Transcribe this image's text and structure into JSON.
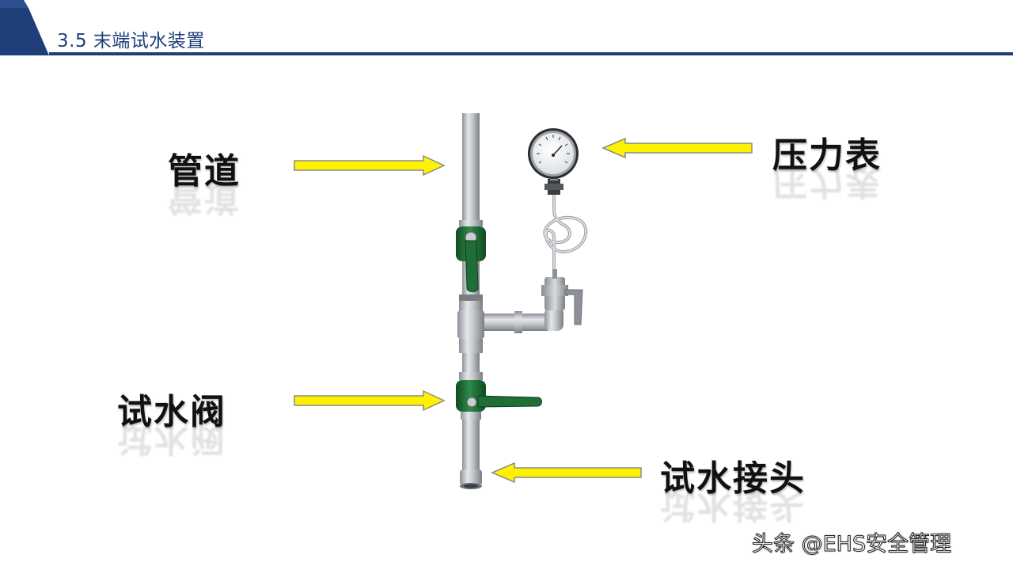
{
  "header": {
    "title": "3.5 末端试水装置"
  },
  "labels": {
    "pipe": "管道",
    "pressure_gauge": "压力表",
    "test_valve": "试水阀",
    "test_connector": "试水接头"
  },
  "watermark": {
    "text": "头条 @EHS安全管理"
  },
  "colors": {
    "brand": "#1f3f7a",
    "arrow_fill": "#fff200",
    "valve_green": "#1e6b35",
    "pipe_silver": "#b8bcc0"
  }
}
